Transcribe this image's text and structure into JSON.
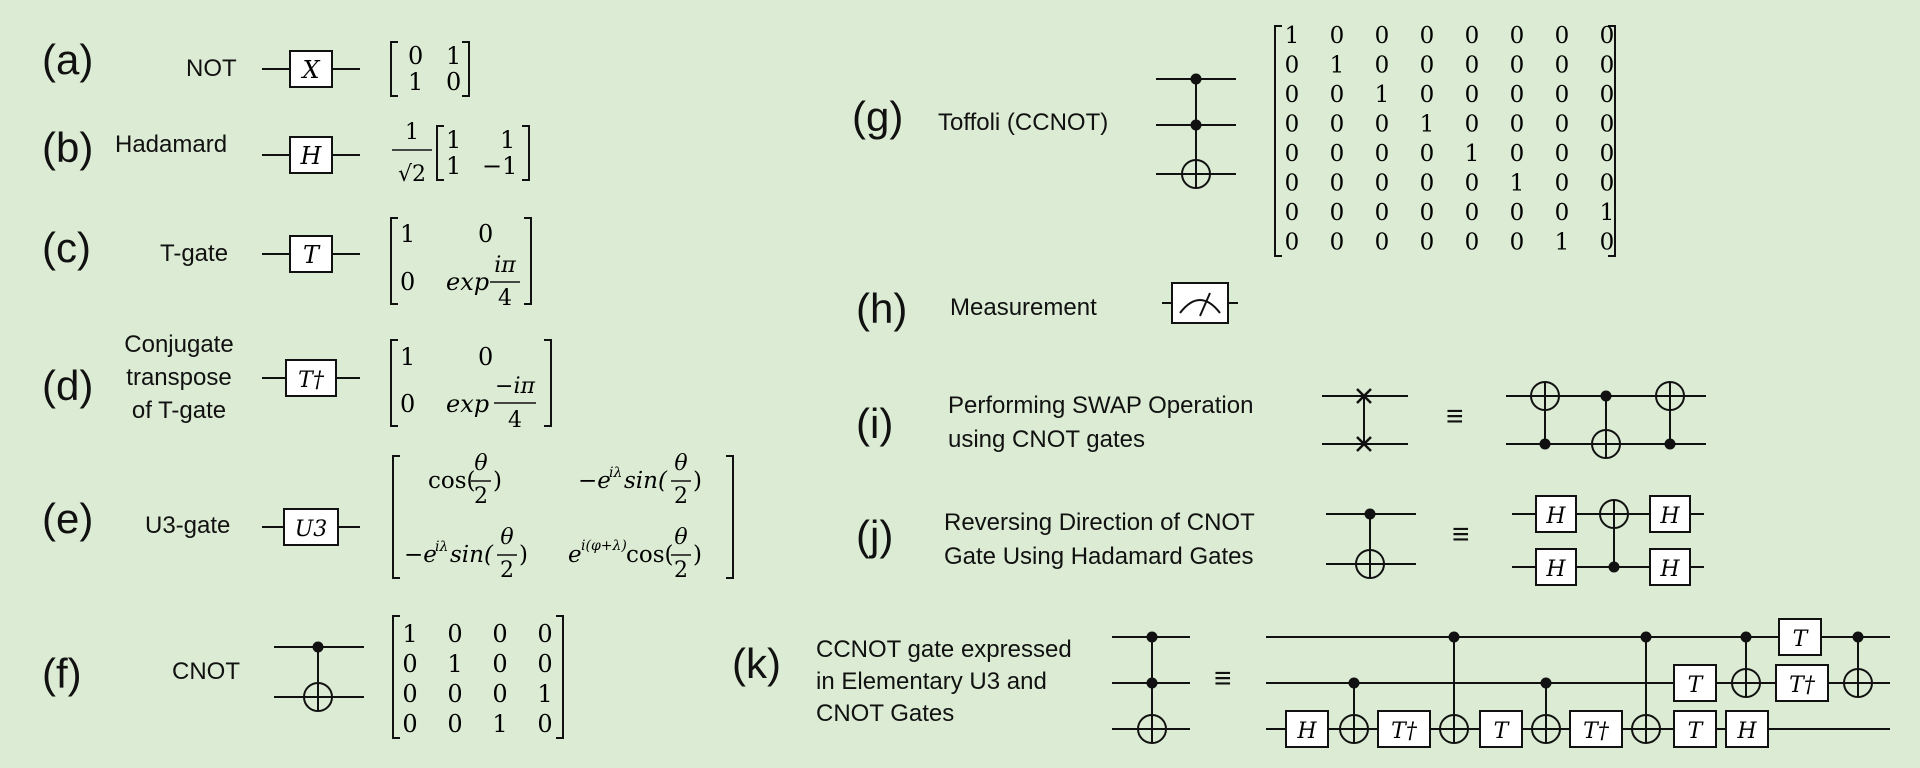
{
  "background": "#dcebd3",
  "ink": "#111111",
  "gate_fill": "#ffffff",
  "rows": {
    "a": {
      "letter": "(a)",
      "name": "NOT",
      "gate": "X",
      "matrix": [
        [
          "0",
          "1"
        ],
        [
          "1",
          "0"
        ]
      ]
    },
    "b": {
      "letter": "(b)",
      "name": "Hadamard",
      "gate": "H",
      "prefactor": "1",
      "prefactor_den": "√2",
      "matrix": [
        [
          "1",
          "1"
        ],
        [
          "1",
          "−1"
        ]
      ]
    },
    "c": {
      "letter": "(c)",
      "name": "T-gate",
      "gate": "T",
      "matrix": [
        [
          "1",
          "0"
        ],
        [
          "0",
          "exp iπ/4"
        ]
      ]
    },
    "d": {
      "letter": "(d)",
      "name_lines": [
        "Conjugate",
        "transpose",
        "of T-gate"
      ],
      "gate": "T†",
      "matrix": [
        [
          "1",
          "0"
        ],
        [
          "0",
          "exp −iπ/4"
        ]
      ]
    },
    "e": {
      "letter": "(e)",
      "name": "U3-gate",
      "gate": "U3",
      "matrix": [
        [
          "cos(θ/2)",
          "−e^{iλ}sin(θ/2)"
        ],
        [
          "−e^{iλ}sin(θ/2)",
          "e^{i(φ+λ)}cos(θ/2)"
        ]
      ]
    },
    "f": {
      "letter": "(f)",
      "name": "CNOT",
      "matrix": [
        [
          "1",
          "0",
          "0",
          "0"
        ],
        [
          "0",
          "1",
          "0",
          "0"
        ],
        [
          "0",
          "0",
          "0",
          "1"
        ],
        [
          "0",
          "0",
          "1",
          "0"
        ]
      ]
    },
    "g": {
      "letter": "(g)",
      "name": "Toffoli (CCNOT)",
      "matrix": [
        [
          "1",
          "0",
          "0",
          "0",
          "0",
          "0",
          "0",
          "0"
        ],
        [
          "0",
          "1",
          "0",
          "0",
          "0",
          "0",
          "0",
          "0"
        ],
        [
          "0",
          "0",
          "1",
          "0",
          "0",
          "0",
          "0",
          "0"
        ],
        [
          "0",
          "0",
          "0",
          "1",
          "0",
          "0",
          "0",
          "0"
        ],
        [
          "0",
          "0",
          "0",
          "0",
          "1",
          "0",
          "0",
          "0"
        ],
        [
          "0",
          "0",
          "0",
          "0",
          "0",
          "1",
          "0",
          "0"
        ],
        [
          "0",
          "0",
          "0",
          "0",
          "0",
          "0",
          "0",
          "1"
        ],
        [
          "0",
          "0",
          "0",
          "0",
          "0",
          "0",
          "1",
          "0"
        ]
      ]
    },
    "h": {
      "letter": "(h)",
      "name": "Measurement"
    },
    "i": {
      "letter": "(i)",
      "desc_lines": [
        "Performing SWAP Operation",
        "using CNOT gates"
      ],
      "equiv": "≡"
    },
    "j": {
      "letter": "(j)",
      "desc_lines": [
        "Reversing Direction of CNOT",
        "Gate Using Hadamard Gates"
      ],
      "equiv": "≡",
      "gate": "H"
    },
    "k": {
      "letter": "(k)",
      "desc_lines": [
        "CCNOT  gate expressed",
        "in Elementary U3 and",
        "CNOT Gates"
      ],
      "equiv": "≡",
      "gates": {
        "top": [
          "T"
        ],
        "middle": [
          "T",
          "T†"
        ],
        "bottom": [
          "H",
          "T†",
          "T",
          "T†",
          "T",
          "H"
        ]
      }
    }
  },
  "math": {
    "exp": "exp",
    "i_pi": "iπ",
    "neg_i_pi": "−iπ",
    "four": "4",
    "two": "2",
    "theta": "θ",
    "cos": "cos(",
    "close": ")",
    "neg_e": "−e",
    "sin": "sin(",
    "e": "e",
    "sup_il": "iλ",
    "sup_ipl": "i(φ+λ)"
  }
}
